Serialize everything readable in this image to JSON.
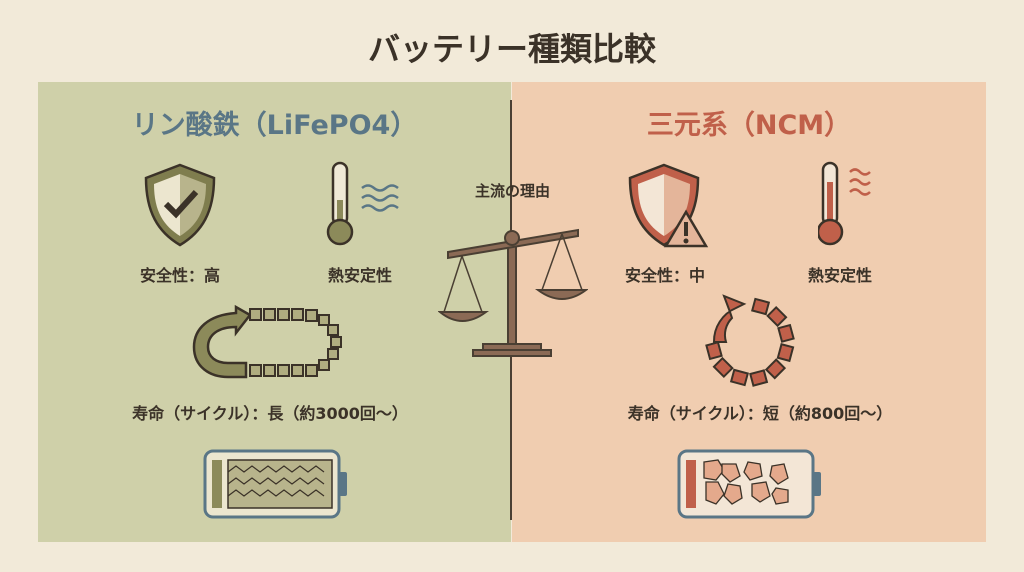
{
  "title": "バッテリー種類比較",
  "center_label": "主流の理由",
  "left": {
    "heading": "リン酸鉄（LiFePO4）",
    "safety": "安全性：高",
    "thermal": "熱安定性",
    "life": "寿命（サイクル）：長（約3000回〜）",
    "color": "#5a7686"
  },
  "right": {
    "heading": "三元系（NCM）",
    "safety": "安全性：中",
    "thermal": "熱安定性",
    "life": "寿命（サイクル）：短（約800回〜）",
    "color": "#c0604a"
  }
}
